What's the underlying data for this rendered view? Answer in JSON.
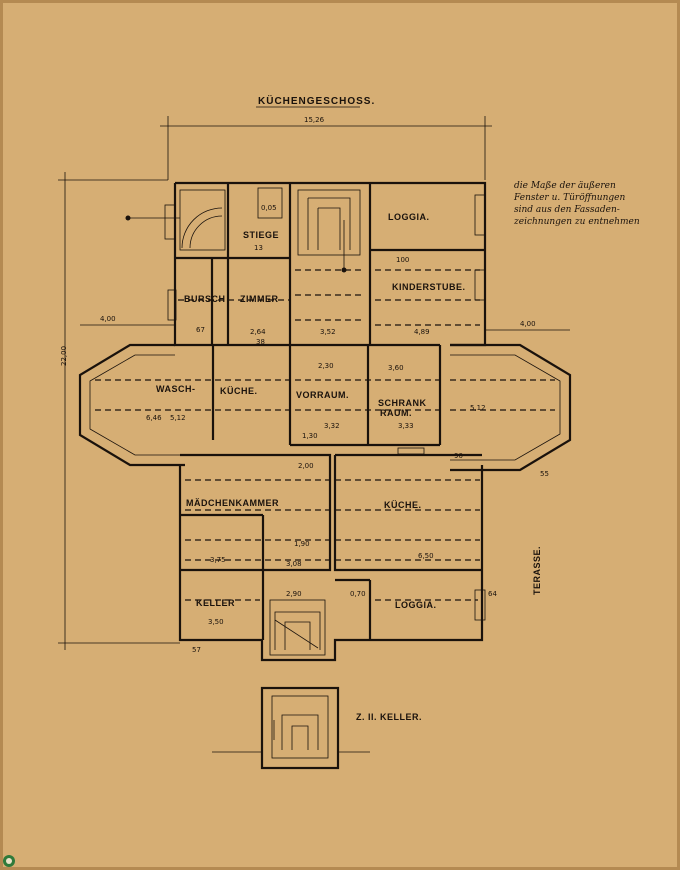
{
  "title": "KÜCHENGESCHOSS.",
  "note_lines": [
    "die Maße der äußeren",
    "Fenster u. Türöffnungen",
    "sind aus den Fassaden-",
    "zeichnungen zu entnehmen"
  ],
  "basement_label": "Z. II. KELLER.",
  "terrace_label": "TERASSE.",
  "rooms": {
    "stiege": "STIEGE",
    "loggia_top": "LOGGIA.",
    "kinderstube": "KINDERSTUBE.",
    "bursch": "BURSCH",
    "zimmer": "ZIMMER",
    "wasch": "WASCH-",
    "kueche_wasch": "KÜCHE.",
    "vorraum": "VORRAUM.",
    "schrank": "SCHRANK",
    "raum": "RAUM.",
    "maedchenkammer": "MÄDCHENKAMMER",
    "kueche": "KÜCHE.",
    "keller": "KELLER",
    "loggia_bottom": "LOGGIA."
  },
  "dims": {
    "total_width": "15,26",
    "total_depth": "22,00",
    "left_offset": "4,00",
    "right_offset": "4,00",
    "kinder_w": "4,89",
    "vorraum_w": "3,52",
    "zimmer_w": "2,64",
    "vorraum_d": "3,32",
    "schrank_w": "3,33",
    "wasch_d": "6,46",
    "wasch_d2": "5,12",
    "right_wing": "5,12",
    "schrank_d": "3,60",
    "kueche_w": "6,50",
    "maedchen_w": "3,75",
    "maedchen_w2": "3,08",
    "hall_w": "2,00",
    "keller_w": "3,50",
    "stair_w": "2,90",
    "ventil": "1,90",
    "d_vorraum_top": "2,30",
    "d_vorraum_mid": "1,30",
    "d_small": "0,70",
    "s_67": "67",
    "s_38": "38",
    "s_13": "13",
    "s_100": "100",
    "s_90": "90",
    "s_64": "64",
    "s_57": "57",
    "s_55": "55"
  }
}
